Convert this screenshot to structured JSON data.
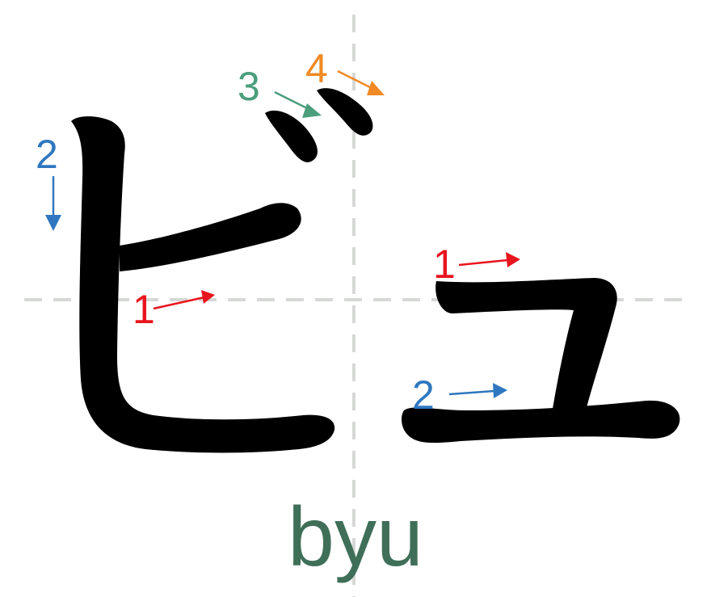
{
  "colors": {
    "background": "#ffffff",
    "guide": "#d6d8d6",
    "stroke": "#000000",
    "red": "#e8141e",
    "blue": "#2f77c0",
    "green": "#4a9e7c",
    "orange": "#ef8a24",
    "romaji": "#3f6f58"
  },
  "kana": [
    {
      "character": "ビ",
      "stroke_labels": [
        {
          "number": "1",
          "color": "red"
        },
        {
          "number": "2",
          "color": "blue"
        },
        {
          "number": "3",
          "color": "green"
        },
        {
          "number": "4",
          "color": "orange"
        }
      ]
    },
    {
      "character": "ュ",
      "stroke_labels": [
        {
          "number": "1",
          "color": "red"
        },
        {
          "number": "2",
          "color": "blue"
        }
      ]
    }
  ],
  "romaji": "byu"
}
